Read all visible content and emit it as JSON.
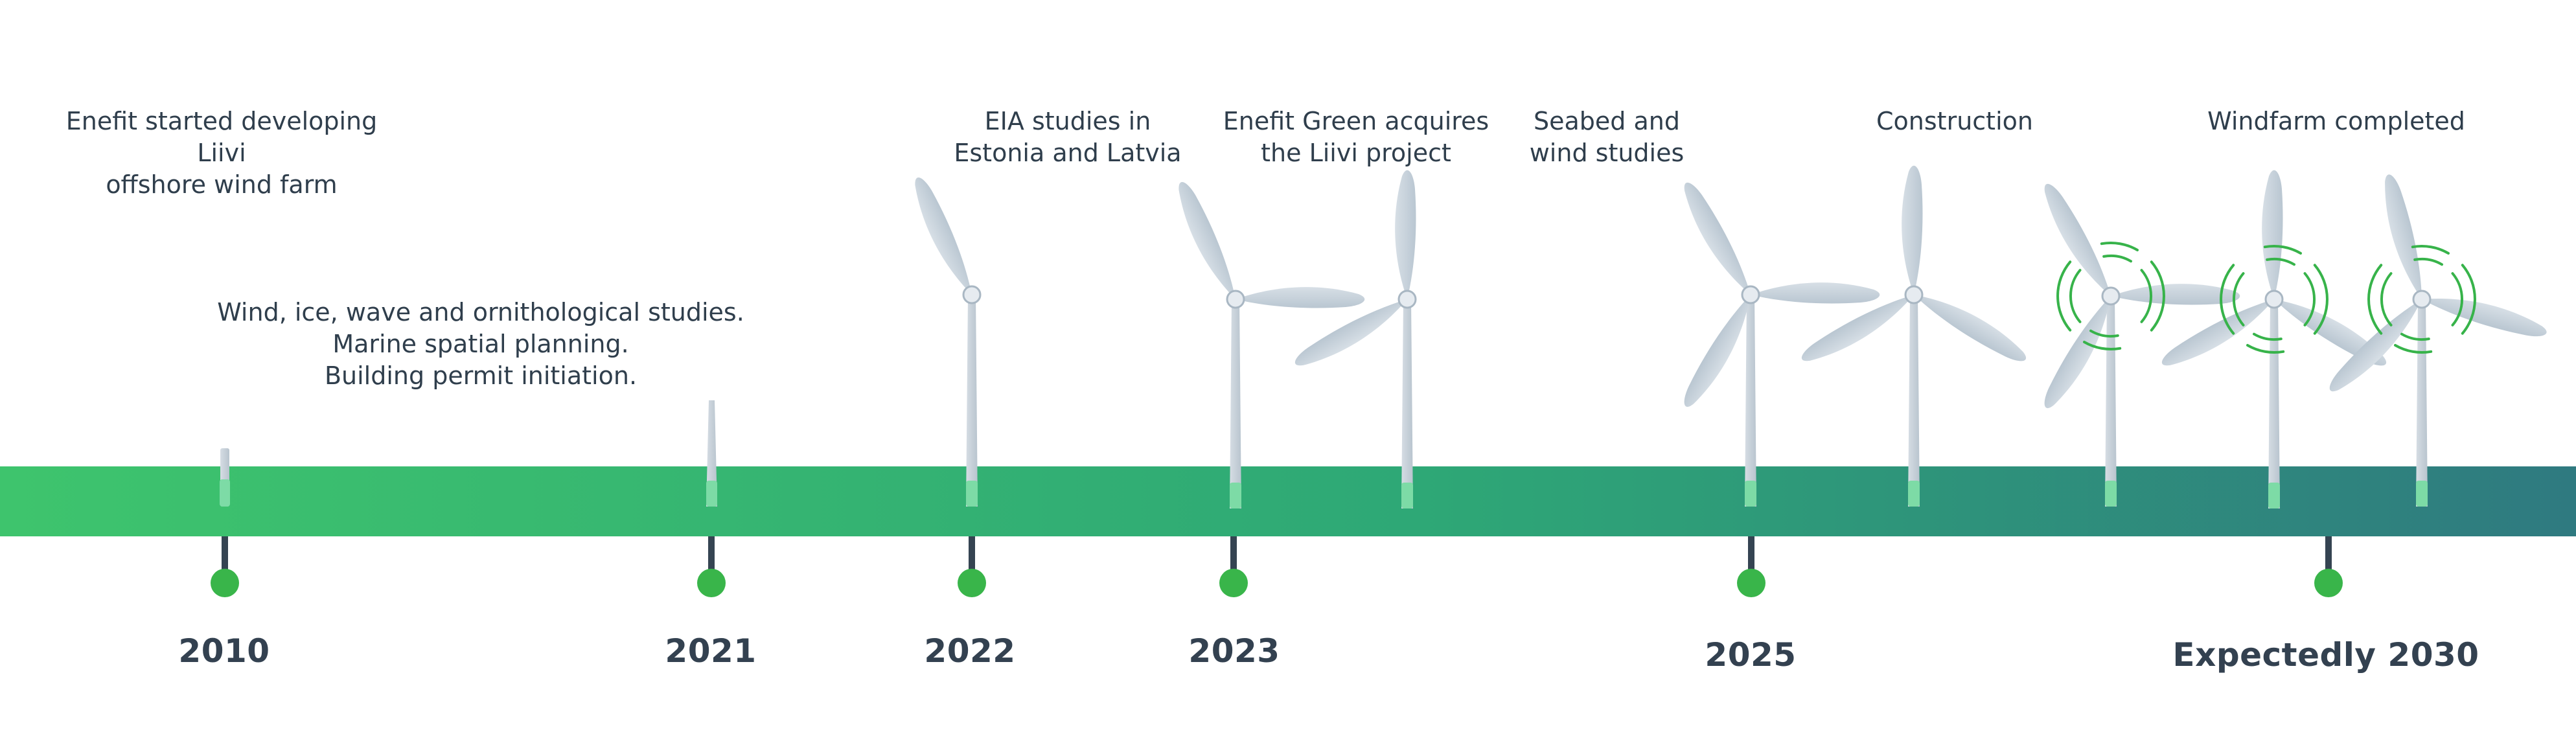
{
  "colors": {
    "band_start": "#3ec46d",
    "band_mid": "#2ea876",
    "band_end": "#2f7a80",
    "dot": "#39b54a",
    "stem": "#354452",
    "turbine": "#c9d3dc",
    "turbine_dark": "#a9b7c3",
    "turbine_base": "#7ddba6",
    "ring": "#37b34a",
    "text": "#2f3e4c"
  },
  "milestones": [
    {
      "year": "2010",
      "text": "Enefit started developing Liivi\noffshore wind farm"
    },
    {
      "year": "",
      "text": "Wind, ice, wave and ornithological studies.\nMarine spatial planning.\nBuilding permit initiation."
    },
    {
      "year": "2021",
      "text": ""
    },
    {
      "year": "2022",
      "text": "EIA studies in\nEstonia and Latvia"
    },
    {
      "year": "2023",
      "text": "Enefit Green acquires\nthe Liivi project"
    },
    {
      "year": "2025",
      "text": "Seabed and\nwind studies"
    },
    {
      "year": "",
      "text": "Construction"
    },
    {
      "year": "Expectedly 2030",
      "text": "Windfarm completed"
    }
  ],
  "turbine_stages": [
    "foundation",
    "tower",
    "partial-rotor",
    "full-rotor",
    "operating"
  ]
}
